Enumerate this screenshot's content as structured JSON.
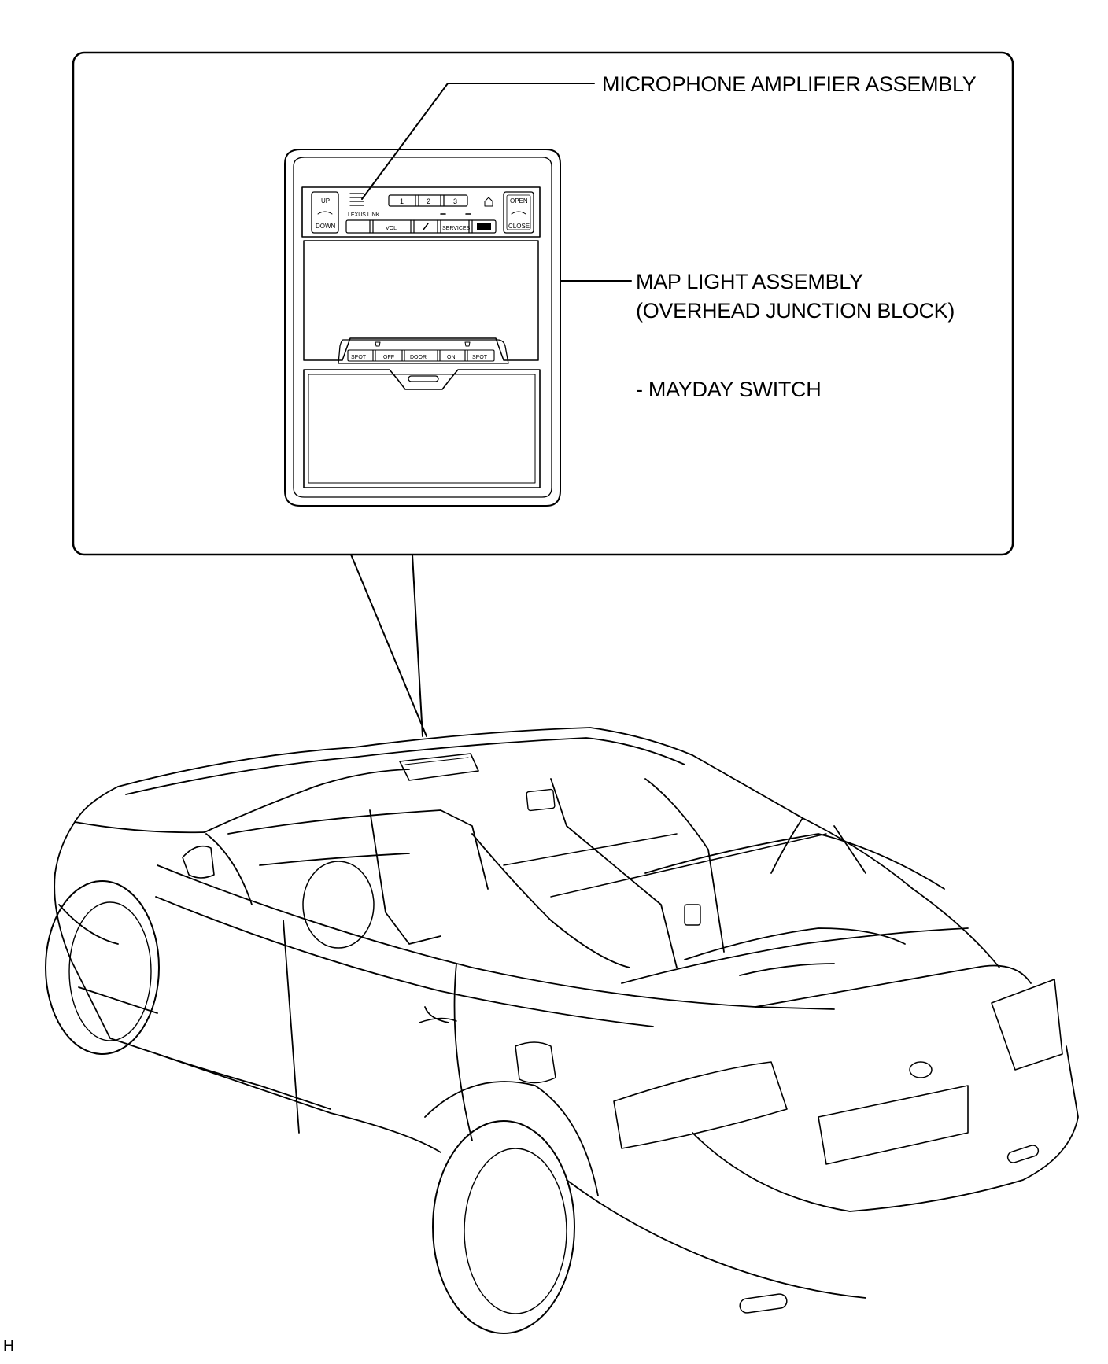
{
  "labels": {
    "microphone_amplifier": "MICROPHONE AMPLIFIER ASSEMBLY",
    "map_light_line1": "MAP LIGHT ASSEMBLY",
    "map_light_line2": "(OVERHEAD JUNCTION BLOCK)",
    "mayday_switch": "- MAYDAY SWITCH",
    "figure_code": "H"
  },
  "console_panel": {
    "sunroof_left": {
      "up": "UP",
      "down": "DOWN"
    },
    "sunroof_right": {
      "open": "OPEN",
      "close": "CLOSE"
    },
    "mic_caption": "LEXUS LINK",
    "presets": [
      "1",
      "2",
      "3"
    ],
    "vol_label": "VOL",
    "service_label": "SERVICES",
    "light_buttons": [
      "SPOT",
      "OFF",
      "DOOR",
      "ON",
      "SPOT"
    ]
  }
}
